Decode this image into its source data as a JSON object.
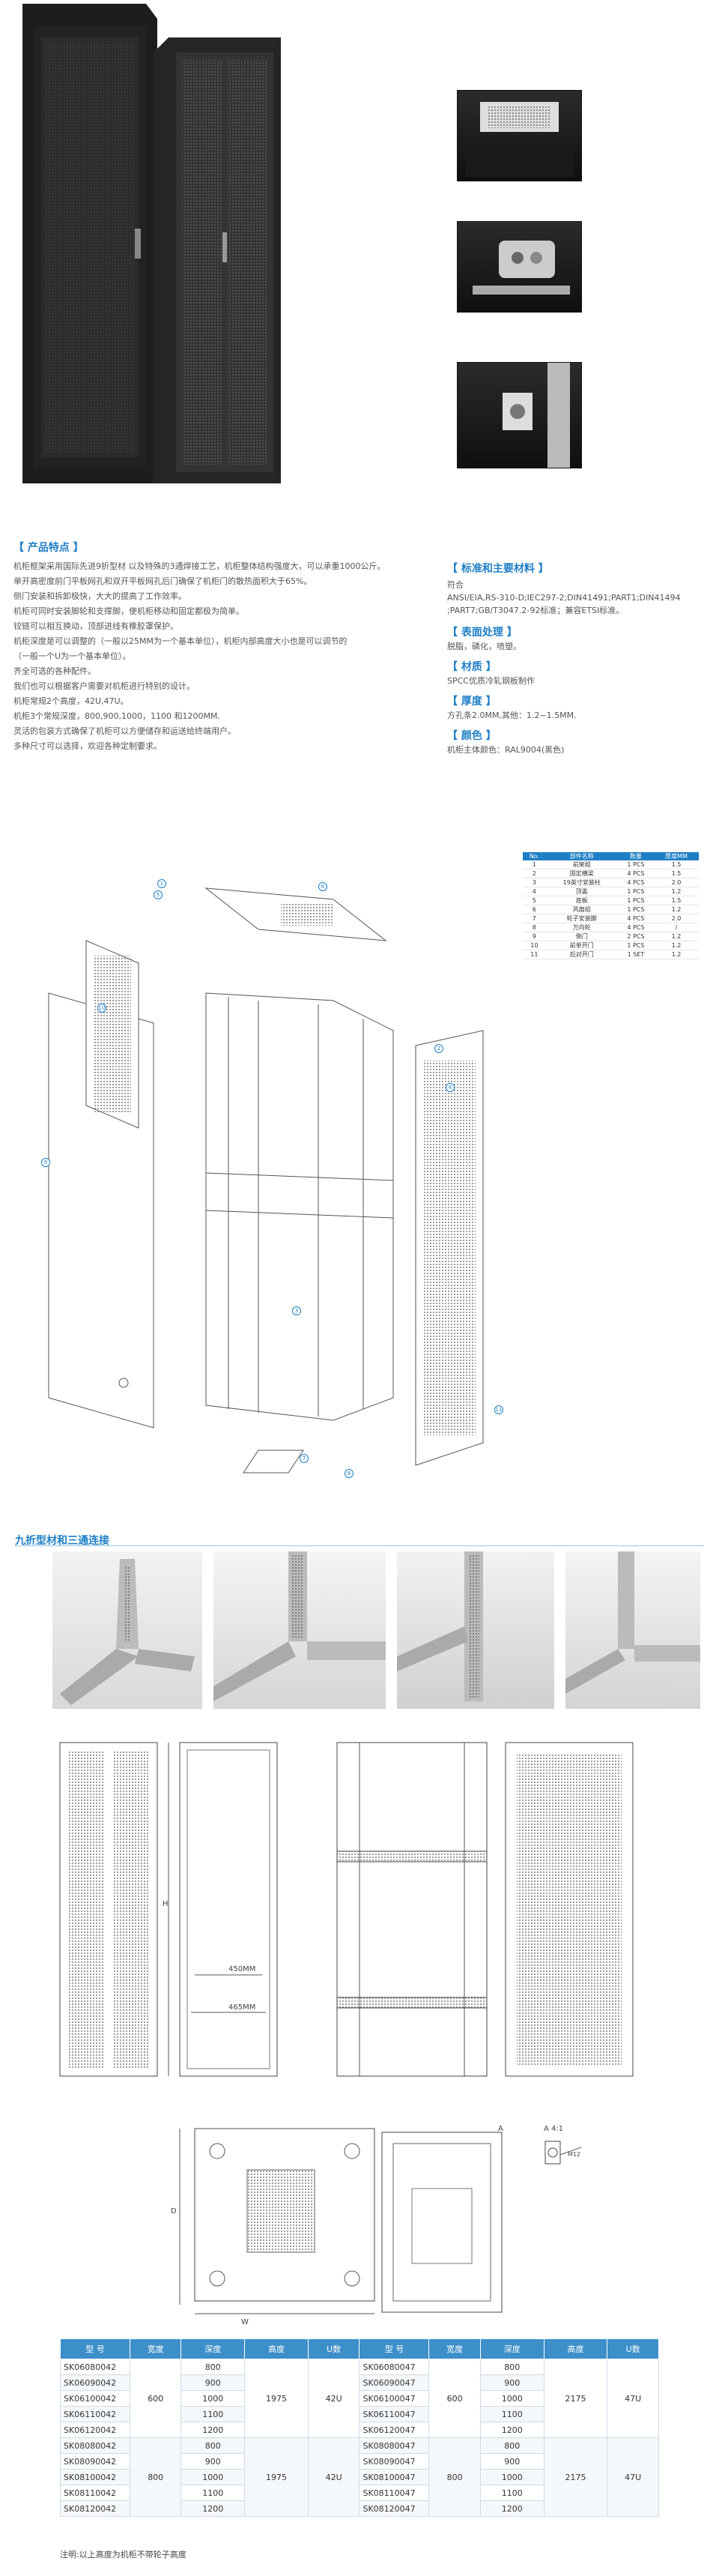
{
  "features": {
    "title": "【 产品特点 】",
    "lines": [
      "机柜框架采用国际先进9折型材 以及特殊的3通焊接工艺，机柜整体结构强度大，可以承重1000公斤。",
      "单开高密度前门平板网孔和双开平板网孔后门确保了机柜门的散热面积大于65%。",
      "侧门安装和拆卸极快，大大的提高了工作效率。",
      "机柜可同时安装脚轮和支撑脚，使机柜移动和固定都极为简单。",
      "铰链可以相互换动，顶部进线有橡胶罩保护。",
      "机柜深度是可以调整的（一般以25MM为一个基本单位），机柜内部高度大小也是可以调节的",
      "（一般一个U为一个基本单位）。",
      "齐全可选的各种配件。",
      "我们也可以根据客户需要对机柜进行特别的设计。",
      "机柜常规2个高度，42U,47U。",
      "机柜3个常规深度，800,900,1000，1100 和1200MM.",
      "灵活的包装方式确保了机柜可以方便储存和运送给终端用户。",
      "多种尺寸可以选择，欢迎各种定制要求。"
    ]
  },
  "specs": {
    "title1": "【 标准和主要材料 】",
    "std": "符合",
    "std_lines": [
      "ANSI/EIA,RS-310-D;IEC297-2;DIN41491;PART1;DIN41494",
      ";PART7;GB/T3047.2-92标准；兼容ETSI标准。"
    ],
    "title2": "【 表面处理 】",
    "surface": "脱脂，磷化，喷塑。",
    "title3": "【 材质 】",
    "material": "SPCC优质冷轧钢板制作",
    "title4": "【 厚度 】",
    "thickness": "方孔条2.0MM,其他：1.2~1.5MM.",
    "title5": "【 颜色 】",
    "color": "机柜主体颜色：RAL9004(黑色)"
  },
  "parts": {
    "headers": [
      "No.",
      "部件名称",
      "数量",
      "厚度MM"
    ],
    "rows": [
      [
        "1",
        "前架组",
        "1 PCS",
        "1.5"
      ],
      [
        "2",
        "固定横梁",
        "4 PCS",
        "1.5"
      ],
      [
        "3",
        "19英寸安装柱",
        "4 PCS",
        "2.0"
      ],
      [
        "4",
        "顶盖",
        "1 PCS",
        "1.2"
      ],
      [
        "5",
        "底板",
        "1 PCS",
        "1.5"
      ],
      [
        "6",
        "风扇组",
        "1 PCS",
        "1.2"
      ],
      [
        "7",
        "轮子安装脚",
        "4 PCS",
        "2.0"
      ],
      [
        "8",
        "万向轮",
        "4 PCS",
        "/"
      ],
      [
        "9",
        "侧门",
        "2 PCS",
        "1.2"
      ],
      [
        "10",
        "前单开门",
        "1 PCS",
        "1.2"
      ],
      [
        "11",
        "后对开门",
        "1 SET",
        "1.2"
      ]
    ]
  },
  "section_title": "九折型材和三通连接",
  "dims": {
    "d1": "450MM",
    "d2": "465MM",
    "h": "H",
    "w": "W",
    "d": "D",
    "detail": "A 4:1",
    "detail_mark": "M12",
    "a": "A"
  },
  "models": {
    "headers": [
      "型 号",
      "宽度",
      "深度",
      "高度",
      "U数",
      "型 号",
      "宽度",
      "深度",
      "高度",
      "U数"
    ],
    "left": {
      "group1": {
        "models": [
          "SK06080042",
          "SK06090042",
          "SK06100042",
          "SK06110042",
          "SK06120042"
        ],
        "depths": [
          "800",
          "900",
          "1000",
          "1100",
          "1200"
        ],
        "width": "600",
        "height": "1975",
        "u": "42U"
      },
      "group2": {
        "models": [
          "SK08080042",
          "SK08090042",
          "SK08100042",
          "SK08110042",
          "SK08120042"
        ],
        "depths": [
          "800",
          "900",
          "1000",
          "1100",
          "1200"
        ],
        "width": "800",
        "height": "1975",
        "u": "42U"
      }
    },
    "right": {
      "group1": {
        "models": [
          "SK06080047",
          "SK06090047",
          "SK06100047",
          "SK06110047",
          "SK06120047"
        ],
        "depths": [
          "800",
          "900",
          "1000",
          "1100",
          "1200"
        ],
        "width": "600",
        "height": "2175",
        "u": "47U"
      },
      "group2": {
        "models": [
          "SK08080047",
          "SK08090047",
          "SK08100047",
          "SK08110047",
          "SK08120047"
        ],
        "depths": [
          "800",
          "900",
          "1000",
          "1100",
          "1200"
        ],
        "width": "800",
        "height": "2175",
        "u": "47U"
      }
    },
    "note": "注明:以上高度为机柜不带轮子高度"
  },
  "colors": {
    "accent": "#1e7fc6",
    "header_bg": "#3d8fc9",
    "rack": "#1a1a1a"
  }
}
